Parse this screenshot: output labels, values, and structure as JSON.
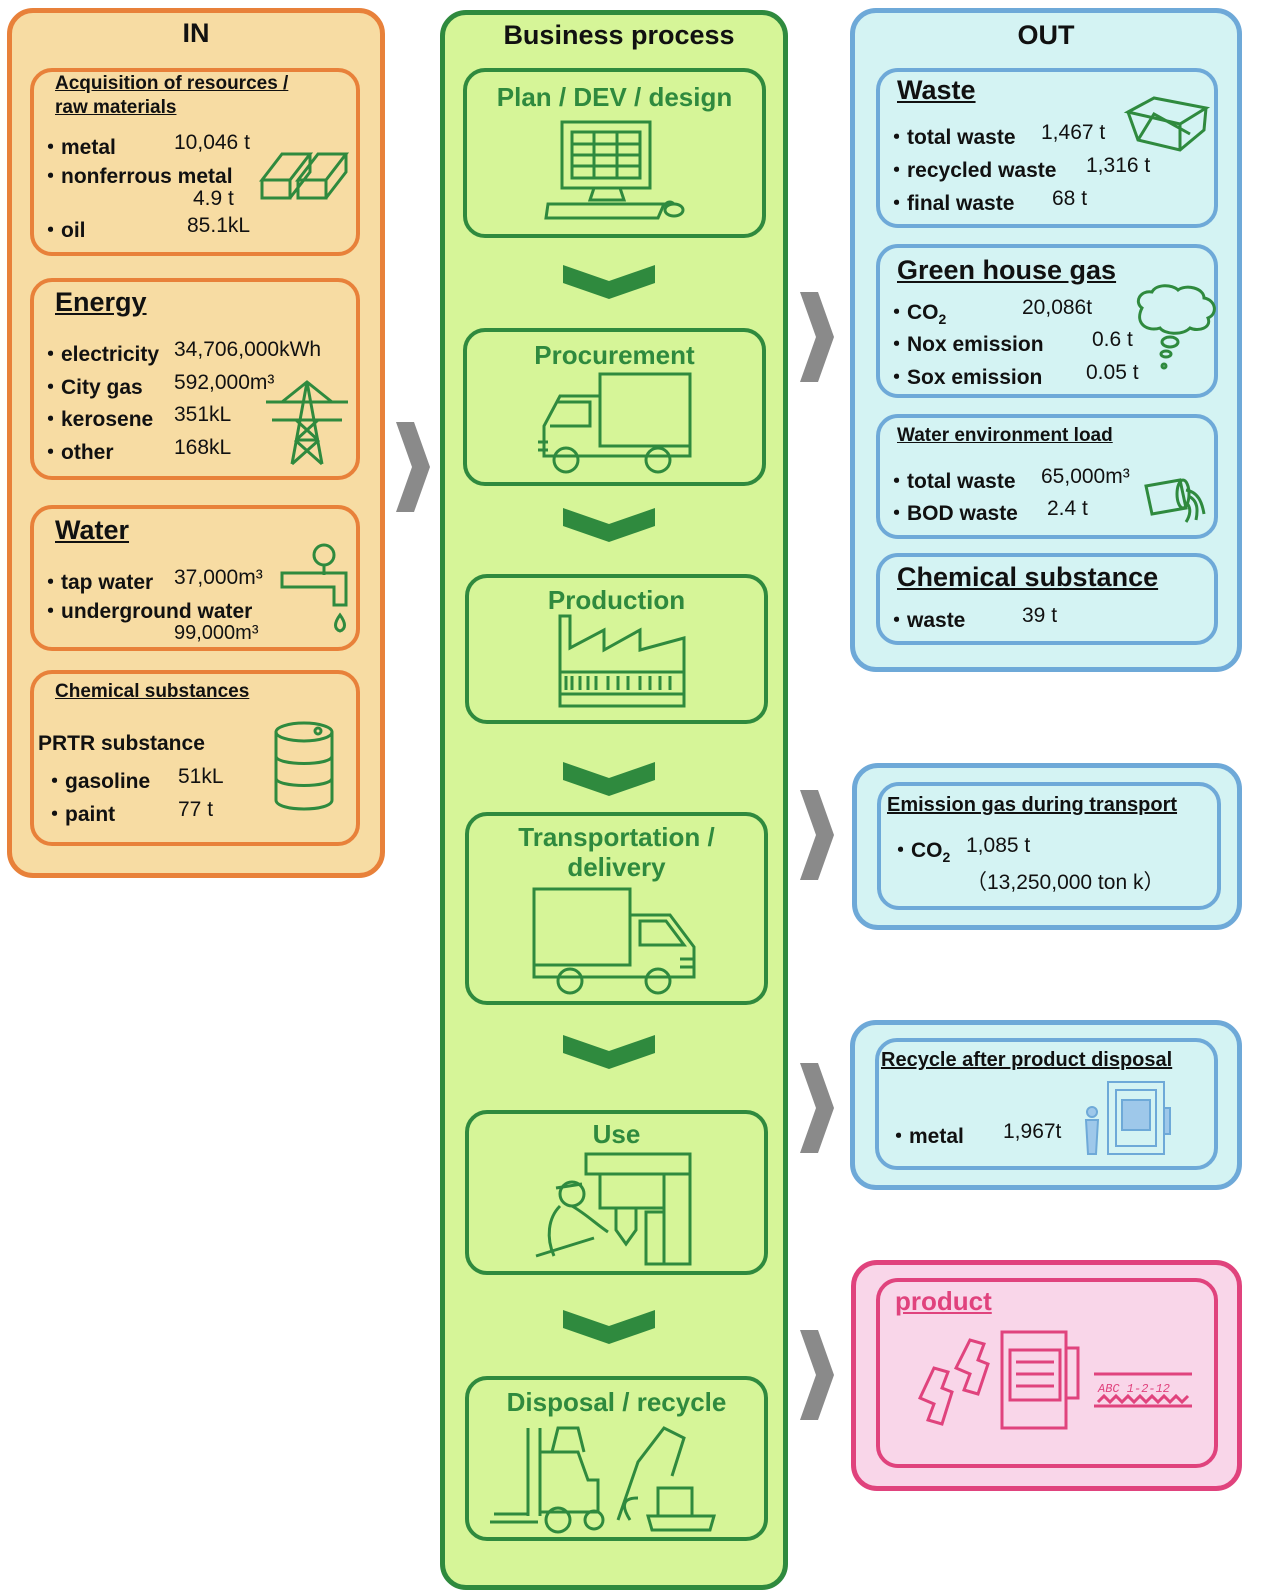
{
  "colors": {
    "in_border": "#e8813a",
    "in_fill": "#f7dca3",
    "bp_border": "#2f8a3e",
    "bp_fill": "#d6f598",
    "out_border": "#6ea9d8",
    "out_fill": "#d4f3f3",
    "product_border": "#e0437d",
    "product_fill": "#f9d6e9",
    "arrow": "#8a8a8a",
    "icon_green": "#2f8a3e",
    "icon_blue": "#6ea9d8",
    "icon_pink": "#e0437d"
  },
  "in": {
    "header": "IN",
    "resources": {
      "title_l1": "Acquisition of resources /",
      "title_l2": "raw materials",
      "metal_label": "・metal",
      "metal_val": "10,046 t",
      "nonferrous_label": "・nonferrous metal",
      "nonferrous_val": "4.9 t",
      "oil_label": "・oil",
      "oil_val": "85.1kL",
      "icon": "metal-ingot-icon"
    },
    "energy": {
      "title": "Energy",
      "electricity_label": "・electricity",
      "electricity_val": "34,706,000kWh",
      "citygas_label": "・City gas",
      "citygas_val": "592,000m³",
      "kerosene_label": "・kerosene",
      "kerosene_val": "351kL",
      "other_label": "・other",
      "other_val": "168kL",
      "icon": "power-tower-icon"
    },
    "water": {
      "title": "Water",
      "tap_label": "・tap water",
      "tap_val": "37,000m³",
      "under_label": "・underground water",
      "under_val": "99,000m³",
      "icon": "faucet-icon"
    },
    "chemical": {
      "title": "Chemical substances",
      "prtr": "PRTR substance",
      "gasoline_label": "・gasoline",
      "gasoline_val": "51kL",
      "paint_label": "・paint",
      "paint_val": "77 t",
      "icon": "drum-icon"
    }
  },
  "bp": {
    "header": "Business process",
    "steps": [
      {
        "label": "Plan / DEV / design",
        "icon": "computer-icon"
      },
      {
        "label": "Procurement",
        "icon": "truck-icon"
      },
      {
        "label": "Production",
        "icon": "factory-icon"
      },
      {
        "label_l1": "Transportation /",
        "label_l2": "delivery",
        "icon": "delivery-truck-icon"
      },
      {
        "label": "Use",
        "icon": "machine-operator-icon"
      },
      {
        "label": "Disposal / recycle",
        "icon": "forklift-excavator-icon"
      }
    ]
  },
  "out": {
    "header": "OUT",
    "waste": {
      "title": "Waste",
      "total_label": "・total waste",
      "total_val": "1,467 t",
      "recycled_label": "・recycled waste",
      "recycled_val": "1,316 t",
      "final_label": "・final waste",
      "final_val": "68 t",
      "icon": "waste-container-icon"
    },
    "ghg": {
      "title": "Green house gas",
      "co2_label": "・CO",
      "co2_sub": "2",
      "co2_val": "20,086t",
      "nox_label": "・Nox emission",
      "nox_val": "0.6 t",
      "sox_label": "・Sox emission",
      "sox_val": "0.05 t",
      "icon": "cloud-icon"
    },
    "water": {
      "title": "Water environment load",
      "total_label": "・total waste",
      "total_val": "65,000m³",
      "bod_label": "・BOD waste",
      "bod_val": "2.4 t",
      "icon": "pipe-outflow-icon"
    },
    "chemical": {
      "title": "Chemical substance",
      "waste_label": "・waste",
      "waste_val": "39 t"
    },
    "transport": {
      "title": "Emission gas during transport",
      "co2_label": "・CO",
      "co2_sub": "2",
      "co2_val": "1,085 t",
      "tonk": "（13,250,000 ton k）"
    },
    "recycle": {
      "title": "Recycle after product disposal",
      "metal_label": "・metal",
      "metal_val": "1,967t",
      "icon": "press-machine-icon"
    },
    "product": {
      "title": "product",
      "plate_text": "ABC 1-2-12",
      "icon": "product-press-icon"
    }
  }
}
